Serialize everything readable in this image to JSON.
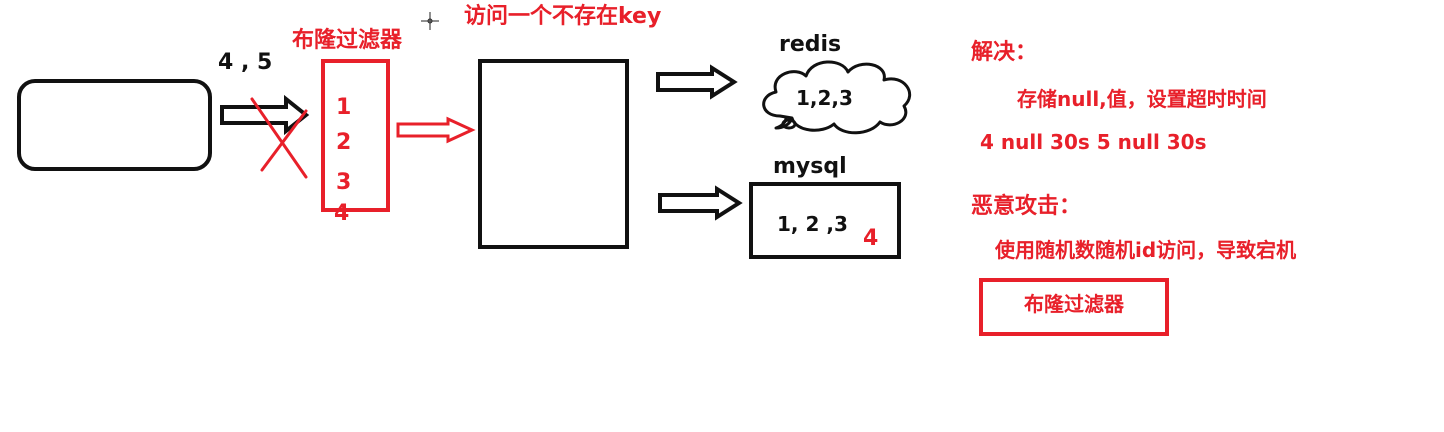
{
  "colors": {
    "accent_red": "#e8202a",
    "ink": "#111111",
    "background": "#ffffff"
  },
  "labels": {
    "bloom_filter_top": "布隆过滤器",
    "request_keys": "4 , 5",
    "access_missing_key": "访问一个不存在key",
    "filter_values": [
      "1",
      "2",
      "3",
      "4"
    ],
    "redis": "redis",
    "redis_values": "1,2,3",
    "mysql": "mysql",
    "mysql_values": "1, 2 ,3",
    "mysql_extra": "4"
  },
  "notes": {
    "solution_title": "解决：",
    "solution_line1": "存储null,值，设置超时时间",
    "solution_line2": "4 null 30s  5  null 30s",
    "attack_title": "恶意攻击：",
    "attack_desc": "使用随机数随机id访问，导致宕机",
    "attack_fix": "布隆过滤器"
  },
  "icons": [
    "block-arrow-icon",
    "cross-mark-icon",
    "cloud-icon",
    "crosshair-cursor-icon"
  ]
}
